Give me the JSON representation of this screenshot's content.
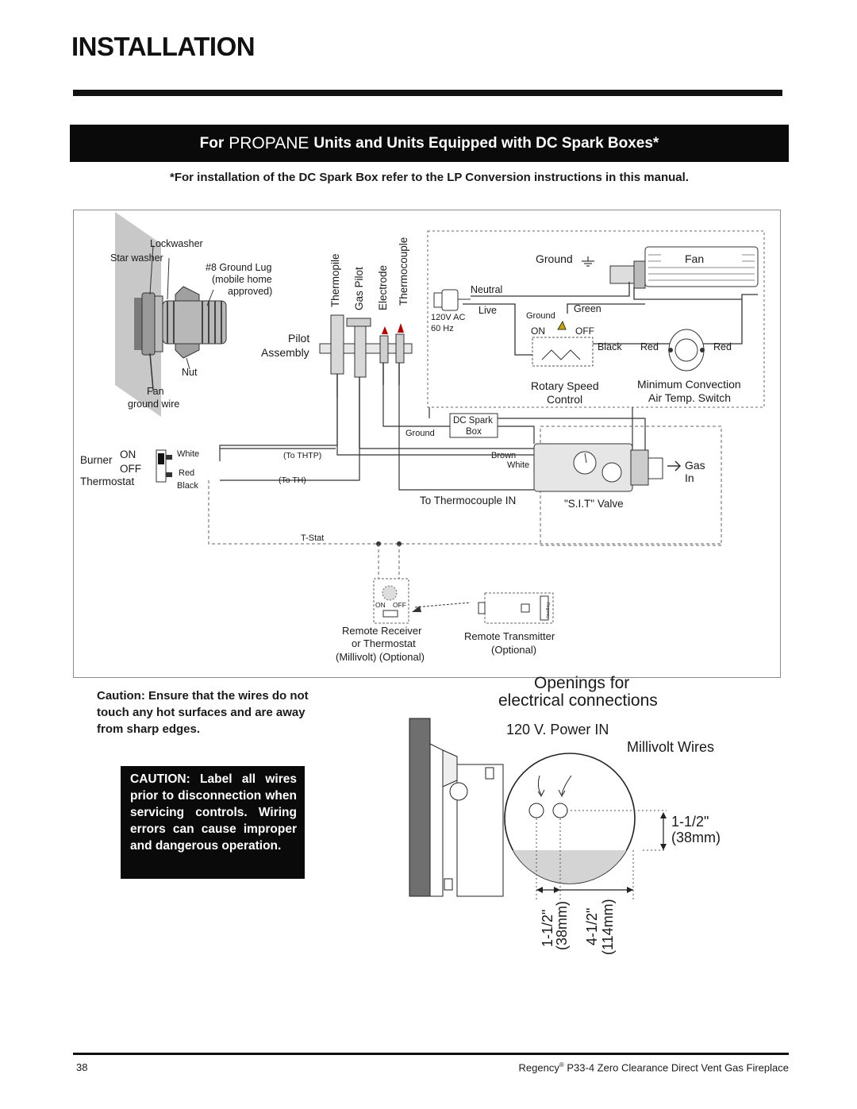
{
  "header": {
    "title": "INSTALLATION"
  },
  "banner": {
    "prefix": "For",
    "emphasis": "PROPANE",
    "rest": "Units and Units Equipped with DC Spark Boxes*"
  },
  "note": "*For installation of the DC Spark Box refer to the LP Conversion instructions in this manual.",
  "diagram": {
    "lug": {
      "lockwasher": "Lockwasher",
      "star_washer": "Star washer",
      "ground_lug_1": "#8 Ground Lug",
      "ground_lug_2": "(mobile home",
      "ground_lug_3": "approved)",
      "nut": "Nut",
      "fan_1": "Fan",
      "fan_2": "ground wire"
    },
    "pilot": {
      "thermopile": "Thermopile",
      "gas_pilot": "Gas Pilot",
      "electrode": "Electrode",
      "thermocouple": "Thermocouple",
      "assembly_1": "Pilot",
      "assembly_2": "Assembly"
    },
    "fan_circuit": {
      "ground": "Ground",
      "fan": "Fan",
      "neutral": "Neutral",
      "live": "Live",
      "power_1": "120V AC",
      "power_2": "60 Hz",
      "ground2": "Ground",
      "green": "Green",
      "on": "ON",
      "off": "OFF",
      "black": "Black",
      "red1": "Red",
      "red2": "Red",
      "rotary_1": "Rotary Speed",
      "rotary_2": "Control",
      "min_conv_1": "Minimum Convection",
      "min_conv_2": "Air Temp. Switch"
    },
    "spark": {
      "box_1": "DC Spark",
      "box_2": "Box",
      "ground": "Ground"
    },
    "thermostat": {
      "burner": "Burner",
      "on": "ON",
      "off": "OFF",
      "thermostat": "Thermostat",
      "white": "White",
      "red": "Red",
      "black": "Black",
      "to_thtp": "(To THTP)",
      "to_th": "(To TH)",
      "t_stat": "T-Stat"
    },
    "valve": {
      "brown": "Brown",
      "white": "White",
      "gas": "Gas",
      "in": "In",
      "to_thermocouple": "To Thermocouple IN",
      "sit": "\"S.I.T\" Valve"
    },
    "remote": {
      "on": "ON",
      "off": "OFF",
      "receiver_1": "Remote Receiver",
      "receiver_2": "or Thermostat",
      "receiver_3": "(Millivolt) (Optional)",
      "transmitter_1": "Remote Transmitter",
      "transmitter_2": "(Optional)",
      "brand": "Regency"
    }
  },
  "caution_text": "Caution: Ensure that the wires do not touch any hot surfaces and are away from sharp edges.",
  "caution_box": "CAUTION: Label all wires prior to disconnection when servicing controls. Wiring errors can cause improper and dangerous operation.",
  "openings": {
    "title_1": "Openings for",
    "title_2": "electrical connections",
    "power_in": "120 V. Power IN",
    "millivolt": "Millivolt Wires",
    "dim_v_1": "1-1/2\"",
    "dim_v_2": "(38mm)",
    "dim_h1_1": "1-1/2\"",
    "dim_h1_2": "(38mm)",
    "dim_h2_1": "4-1/2\"",
    "dim_h2_2": "(114mm)"
  },
  "footer": {
    "page": "38",
    "brand": "Regency",
    "reg": "®",
    "product": "P33-4 Zero Clearance Direct Vent Gas Fireplace"
  }
}
